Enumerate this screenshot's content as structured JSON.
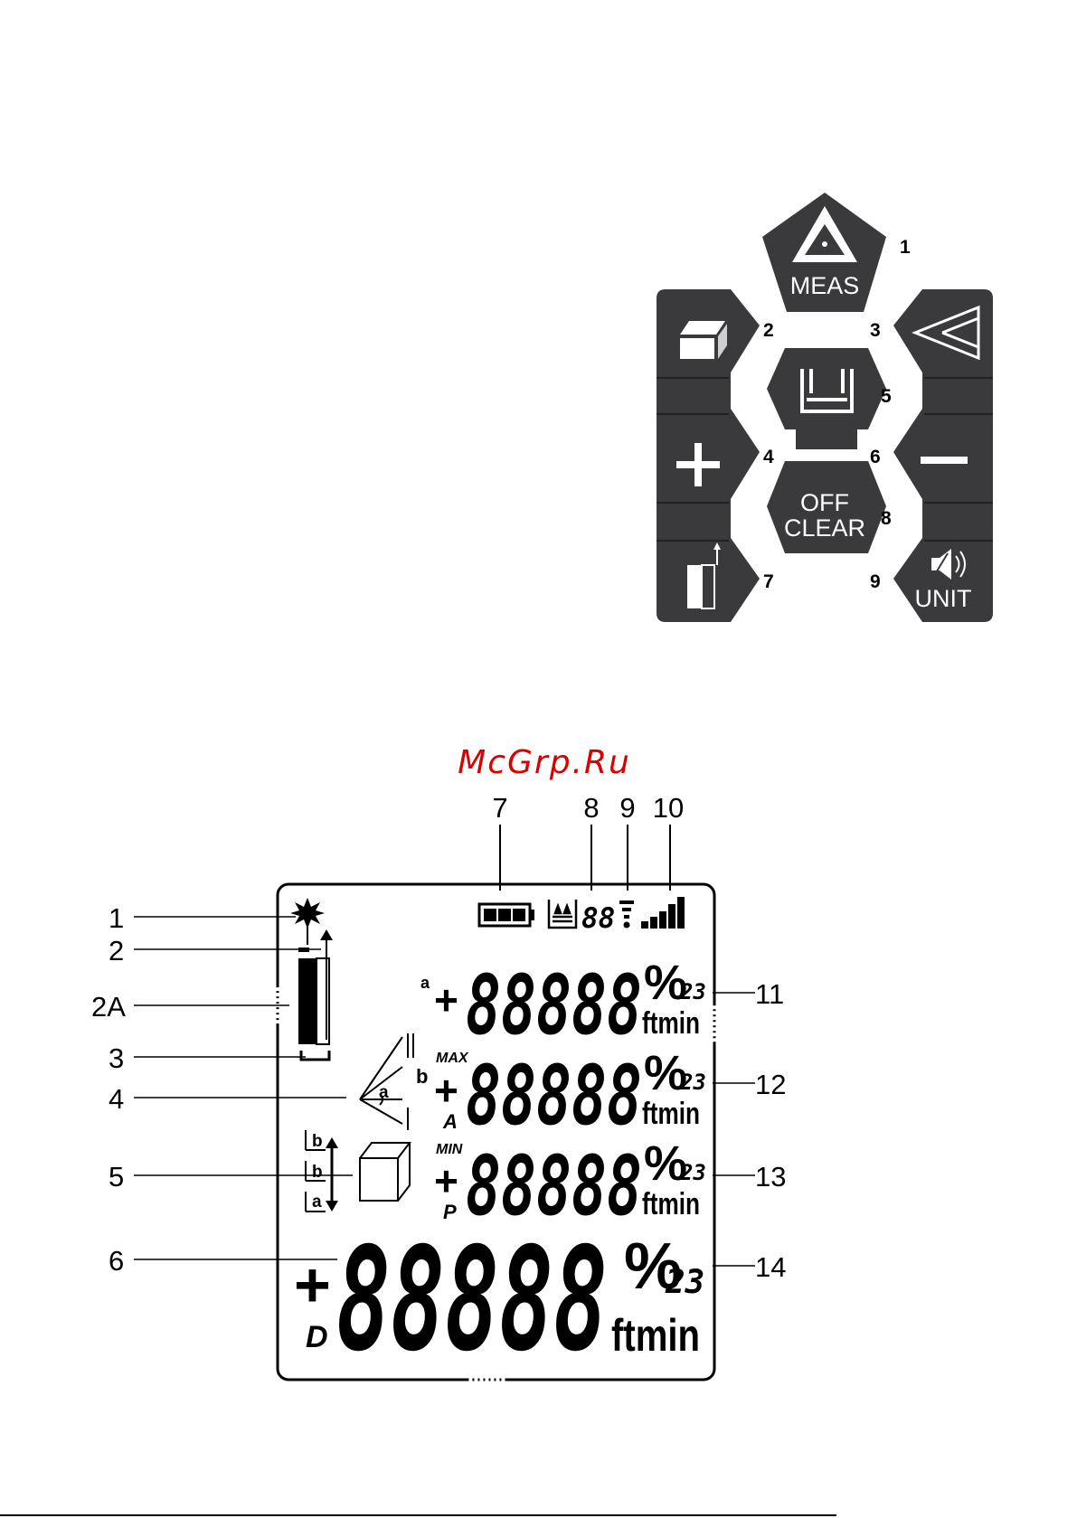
{
  "keypad": {
    "buttons": [
      {
        "number": "1",
        "label": "MEAS",
        "icon": "laser-triangle-icon"
      },
      {
        "number": "2",
        "label": "",
        "icon": "cube-volume-icon"
      },
      {
        "number": "3",
        "label": "",
        "icon": "pythagoras-triangle-icon"
      },
      {
        "number": "4",
        "label": "",
        "icon": "plus-icon"
      },
      {
        "number": "5",
        "label": "",
        "icon": "memory-icon"
      },
      {
        "number": "6",
        "label": "",
        "icon": "minus-icon"
      },
      {
        "number": "7",
        "label": "",
        "icon": "reference-edge-icon"
      },
      {
        "number": "8",
        "label_line1": "OFF",
        "label_line2": "CLEAR"
      },
      {
        "number": "9",
        "label": "UNIT",
        "icon": "speaker-icon"
      }
    ]
  },
  "watermark": "McGrp.Ru",
  "display": {
    "top_callouts": [
      "7",
      "8",
      "9",
      "10"
    ],
    "left_callouts": [
      "1",
      "2",
      "2A",
      "3",
      "4",
      "5",
      "6"
    ],
    "right_callouts": [
      "11",
      "12",
      "13",
      "14"
    ],
    "memory_digits": "88",
    "digits": "88888",
    "percent": "%",
    "exponent": "23",
    "unit": "ftmin",
    "plus": "+",
    "line_prefix": [
      "a",
      "MAX",
      "MIN"
    ],
    "line_sub": [
      "",
      "A",
      "P"
    ],
    "main_sub": "D",
    "angle_a": "a",
    "angle_b": "b",
    "stack_labels": [
      "b",
      "b",
      "a"
    ]
  },
  "colors": {
    "button": "#3a3a3c",
    "watermark": "#d90000"
  }
}
